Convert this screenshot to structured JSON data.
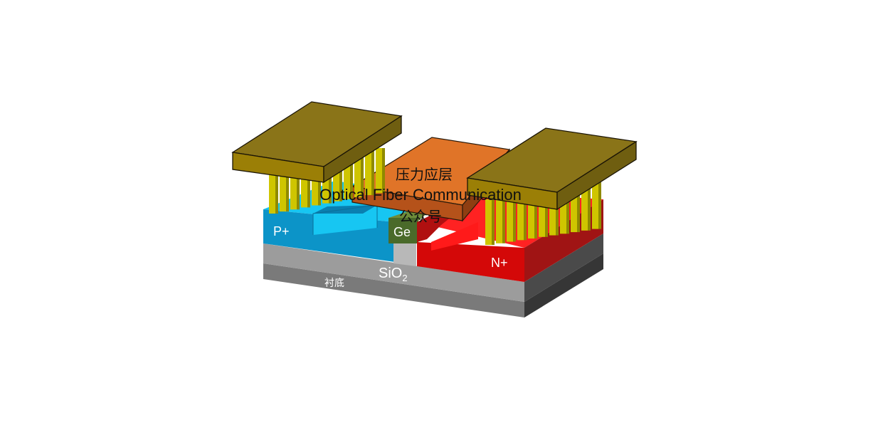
{
  "diagram": {
    "labels": {
      "p_plus": "P+",
      "n_plus": "N+",
      "germanium": "Ge",
      "oxide_base": "SiO",
      "oxide_subscript": "2",
      "substrate": "衬底",
      "stress_layer": "压力应层"
    },
    "watermark": {
      "line1": "Optical Fiber Communication",
      "line2": "公众号"
    },
    "colors": {
      "contact_pad": "#8a7418",
      "contact_pad_side": "#6f5e10",
      "via_pillar": "#cfc500",
      "p_region": "#0c94c8",
      "p_region_top": "#17c6f2",
      "n_region": "#e01515",
      "n_region_side": "#a81414",
      "germanium": "#4a6a2a",
      "stress_layer": "#e07428",
      "oxide": "#9a9a9a",
      "substrate": "#7a7a7a",
      "substrate_side": "#3a3a3a"
    }
  }
}
